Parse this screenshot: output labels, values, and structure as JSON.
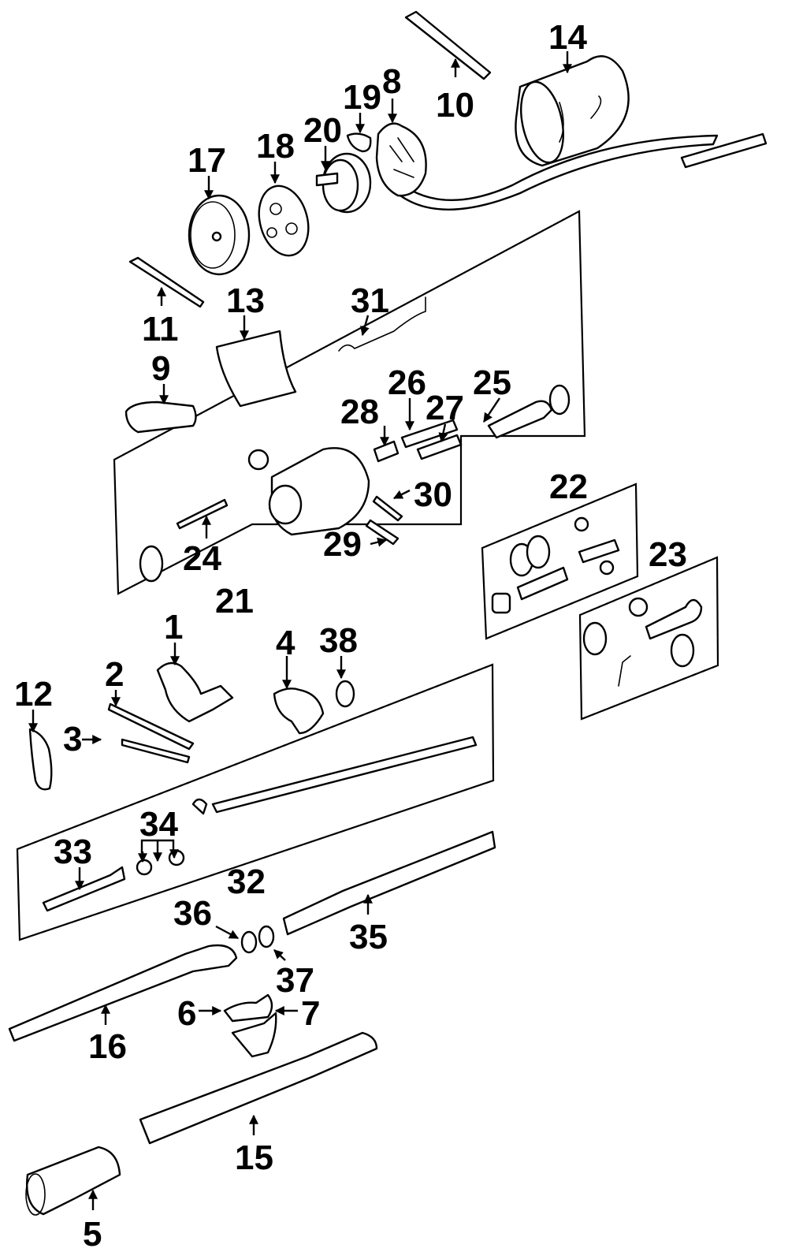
{
  "diagram": {
    "subject": "Steering column exploded parts diagram",
    "colors": {
      "line": "#000000",
      "background": "#ffffff"
    },
    "callouts": {
      "c1": "1",
      "c2": "2",
      "c3": "3",
      "c4": "4",
      "c5": "5",
      "c6": "6",
      "c7": "7",
      "c8": "8",
      "c9": "9",
      "c10": "10",
      "c11": "11",
      "c12": "12",
      "c13": "13",
      "c14": "14",
      "c15": "15",
      "c16": "16",
      "c17": "17",
      "c18": "18",
      "c19": "19",
      "c20": "20",
      "c21": "21",
      "c22": "22",
      "c23": "23",
      "c24": "24",
      "c25": "25",
      "c26": "26",
      "c27": "27",
      "c28": "28",
      "c29": "29",
      "c30": "30",
      "c31": "31",
      "c32": "32",
      "c33": "33",
      "c34": "34",
      "c35": "35",
      "c36": "36",
      "c37": "37",
      "c38": "38"
    },
    "groups": {
      "housing_kit": "21",
      "kit_a": "22",
      "kit_b": "23",
      "shaft_kit": "32"
    }
  }
}
